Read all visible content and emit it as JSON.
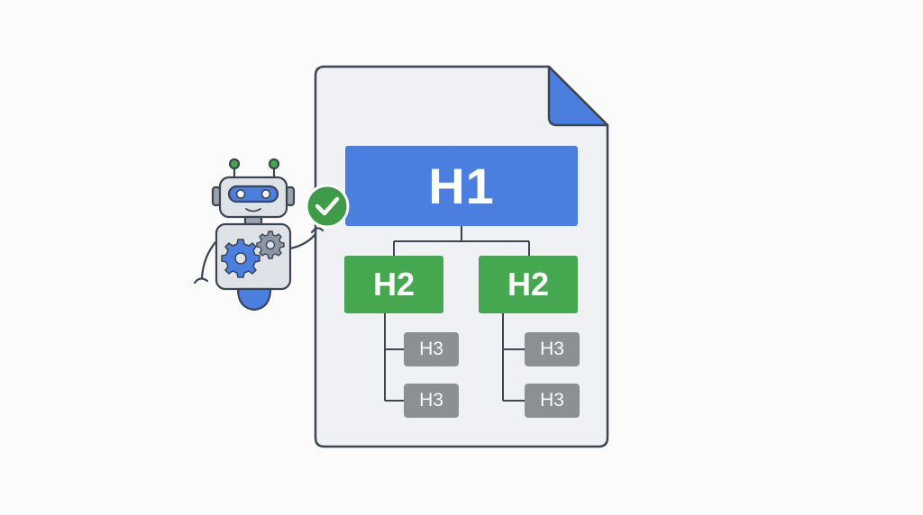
{
  "colors": {
    "page_background": "#fbfbfb",
    "document_fill": "#eff1f4",
    "document_outline": "#3c4653",
    "h1_blue": "#4a7fe0",
    "h2_green": "#45a850",
    "h3_gray": "#8c8f94",
    "connector": "#3c4653",
    "check_green": "#3e9c48",
    "robot_body": "#dfe3e8",
    "robot_accent": "#4a7fe0"
  },
  "document": {
    "h1": {
      "label": "H1"
    },
    "columns": [
      {
        "h2": {
          "label": "H2"
        },
        "h3": [
          {
            "label": "H3"
          },
          {
            "label": "H3"
          }
        ]
      },
      {
        "h2": {
          "label": "H2"
        },
        "h3": [
          {
            "label": "H3"
          },
          {
            "label": "H3"
          }
        ]
      }
    ]
  },
  "robot": {
    "icon": "robot-icon",
    "badge_icon": "checkmark-icon",
    "gear_icons": [
      "gear-icon",
      "gear-icon"
    ]
  }
}
